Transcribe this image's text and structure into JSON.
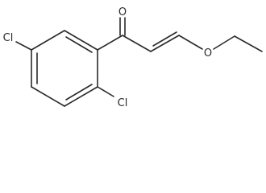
{
  "structure": {
    "atoms": {
      "oxygen_carbonyl": "O",
      "oxygen_ether": "O",
      "chlorine_left": "Cl",
      "chlorine_bottom": "Cl"
    }
  }
}
